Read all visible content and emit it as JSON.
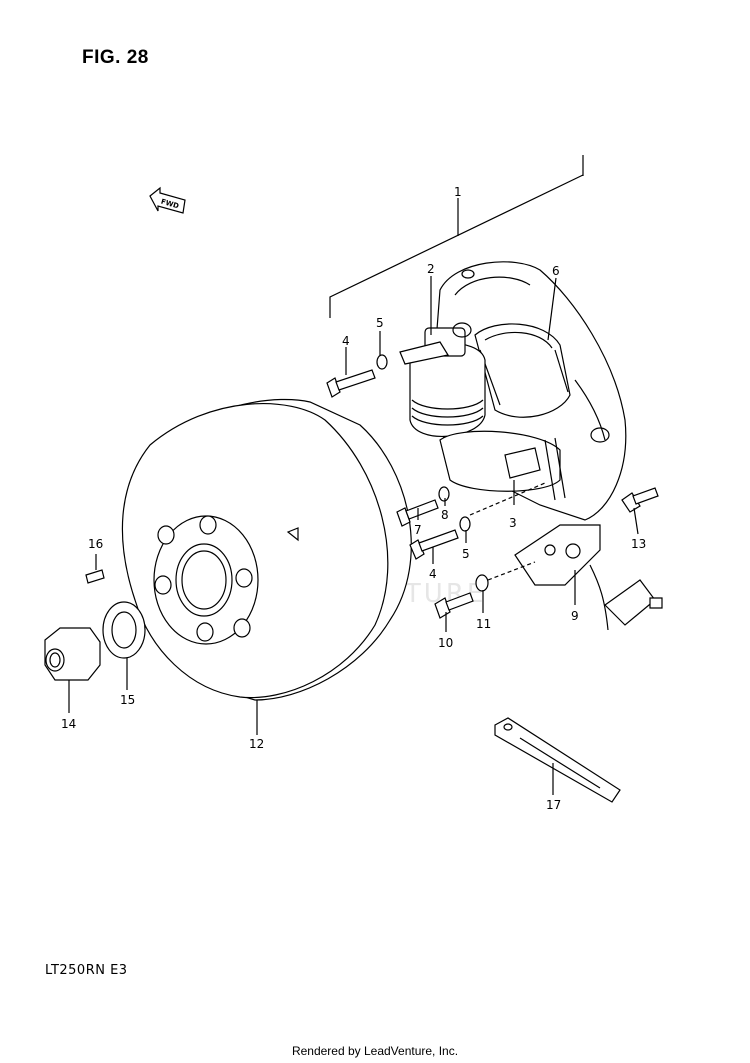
{
  "figure": {
    "title": "FIG. 28"
  },
  "model_code": "LT250RN  E3",
  "footer_text": "Rendered by LeadVenture, Inc.",
  "watermark_text": "LEADVENTURE",
  "fwd_label": "FWD",
  "callouts": {
    "c1": "1",
    "c2": "2",
    "c3": "3",
    "c4a": "4",
    "c4b": "4",
    "c5a": "5",
    "c5b": "5",
    "c6": "6",
    "c7": "7",
    "c8": "8",
    "c9": "9",
    "c10": "10",
    "c11": "11",
    "c12": "12",
    "c13": "13",
    "c14": "14",
    "c15": "15",
    "c16": "16",
    "c17": "17"
  }
}
